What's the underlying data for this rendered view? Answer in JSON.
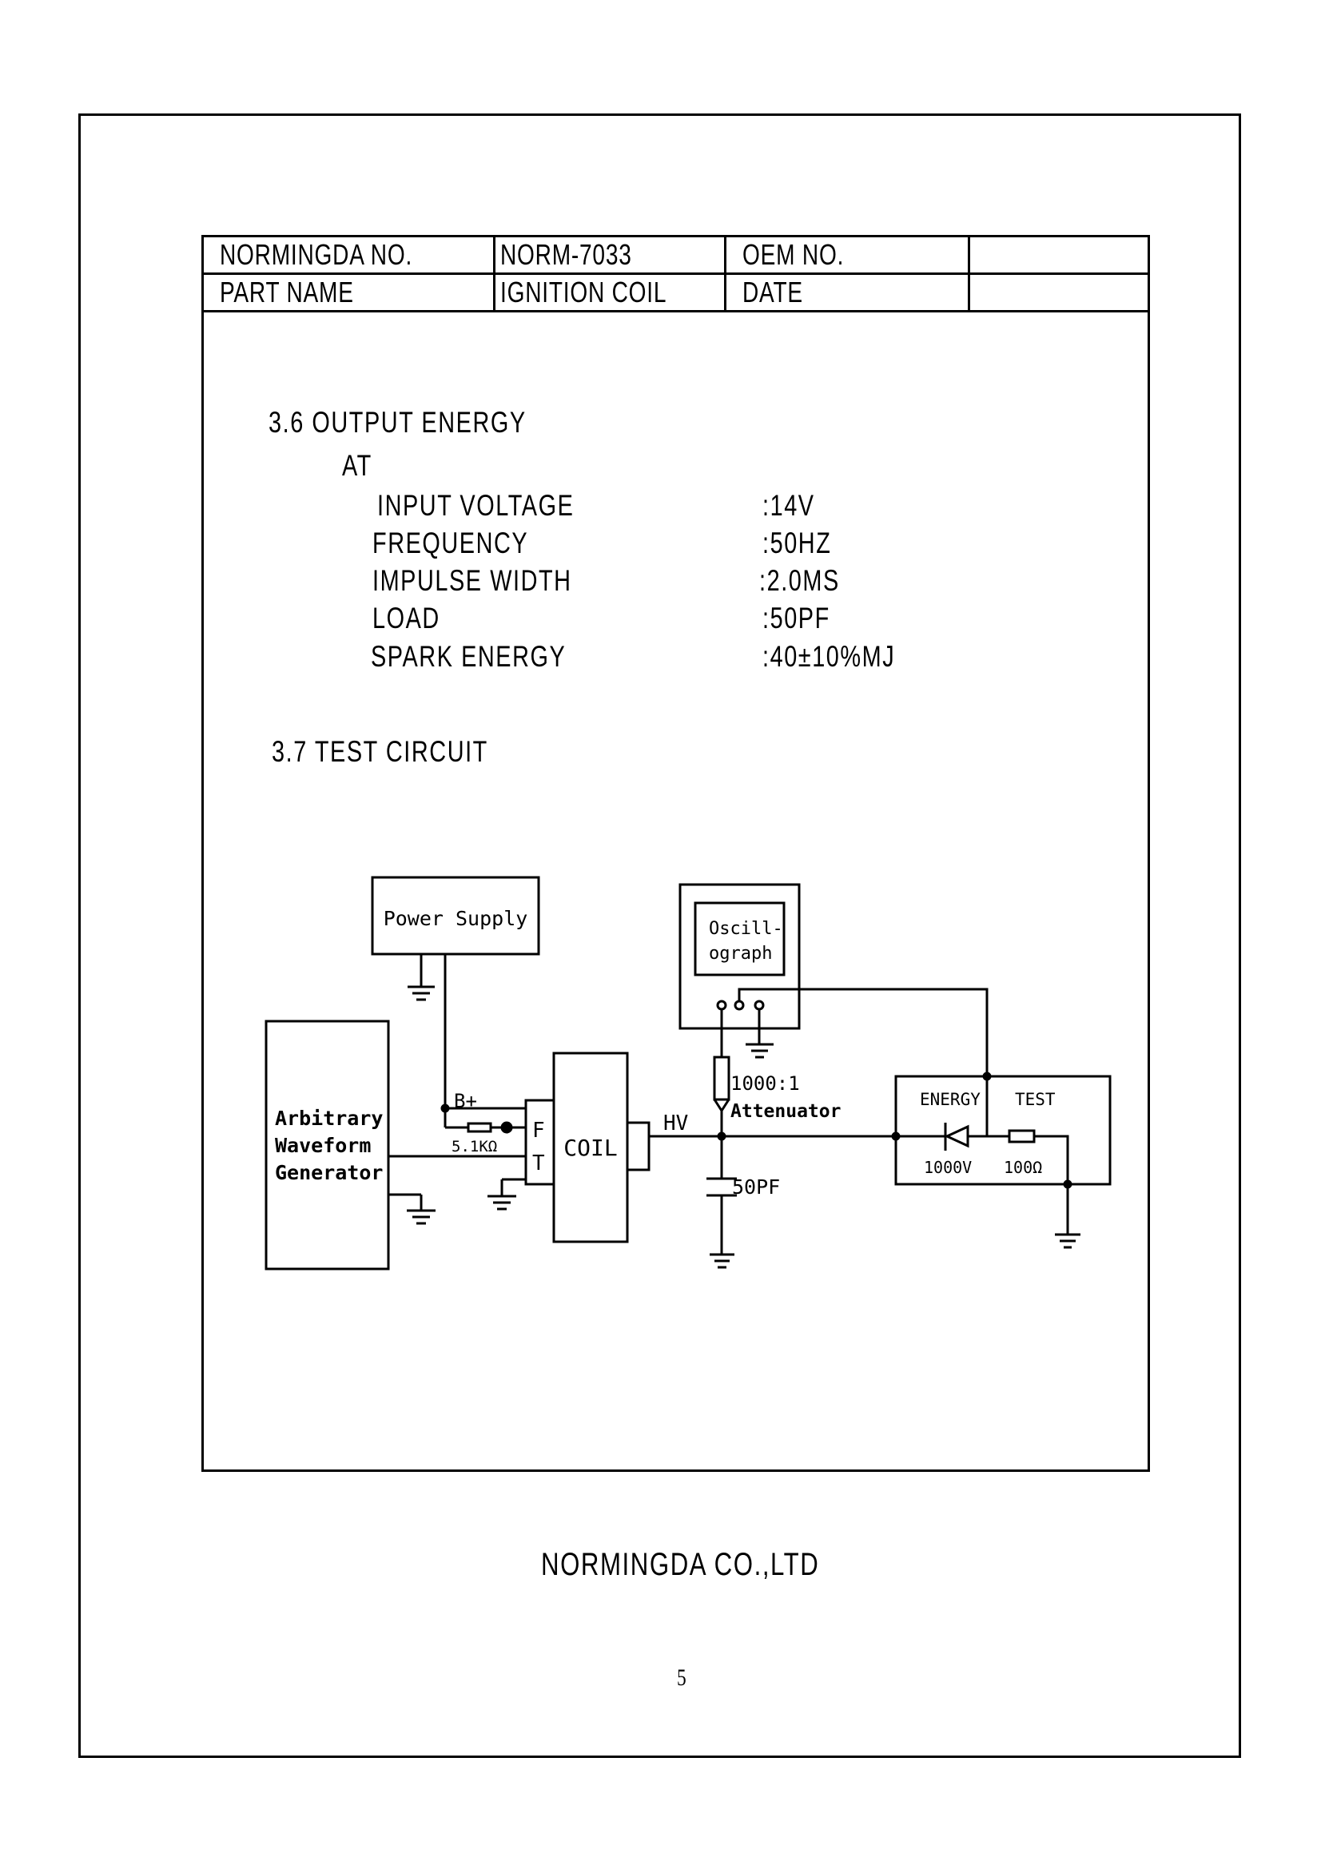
{
  "header": {
    "rows": [
      {
        "label": "NORMINGDA NO.",
        "value": "NORM-7033",
        "label2": "OEM NO.",
        "value2": ""
      },
      {
        "label": "PART NAME",
        "value": "IGNITION COIL",
        "label2": "DATE",
        "value2": ""
      }
    ]
  },
  "section_36": {
    "title": "3.6 OUTPUT ENERGY",
    "at": "AT",
    "params": [
      {
        "label": "INPUT VOLTAGE",
        "value": ":14V"
      },
      {
        "label": "FREQUENCY",
        "value": ":50HZ"
      },
      {
        "label": "IMPULSE WIDTH",
        "value": ":2.0MS"
      },
      {
        "label": "LOAD",
        "value": ":50PF"
      },
      {
        "label": "SPARK ENERGY",
        "value": ":40±10%MJ"
      }
    ]
  },
  "section_37": {
    "title": "3.7 TEST CIRCUIT"
  },
  "circuit": {
    "power_supply": "Power Supply",
    "awg_line1": "Arbitrary",
    "awg_line2": "Waveform",
    "awg_line3": "Generator",
    "b_plus": "B+",
    "resistor_1": "5.1KΩ",
    "terminal_f": "F",
    "terminal_t": "T",
    "coil": "COIL",
    "hv": "HV",
    "osc_line1": "Oscill-",
    "osc_line2": "ograph",
    "attenuator_ratio": "1000:1",
    "attenuator_label": "Attenuator",
    "capacitor": "50PF",
    "energy_label": "ENERGY",
    "test_label": "TEST",
    "diode_rating": "1000V",
    "resistor_2": "100Ω"
  },
  "footer": {
    "company": "NORMINGDA CO.,LTD",
    "page_number": "5"
  }
}
